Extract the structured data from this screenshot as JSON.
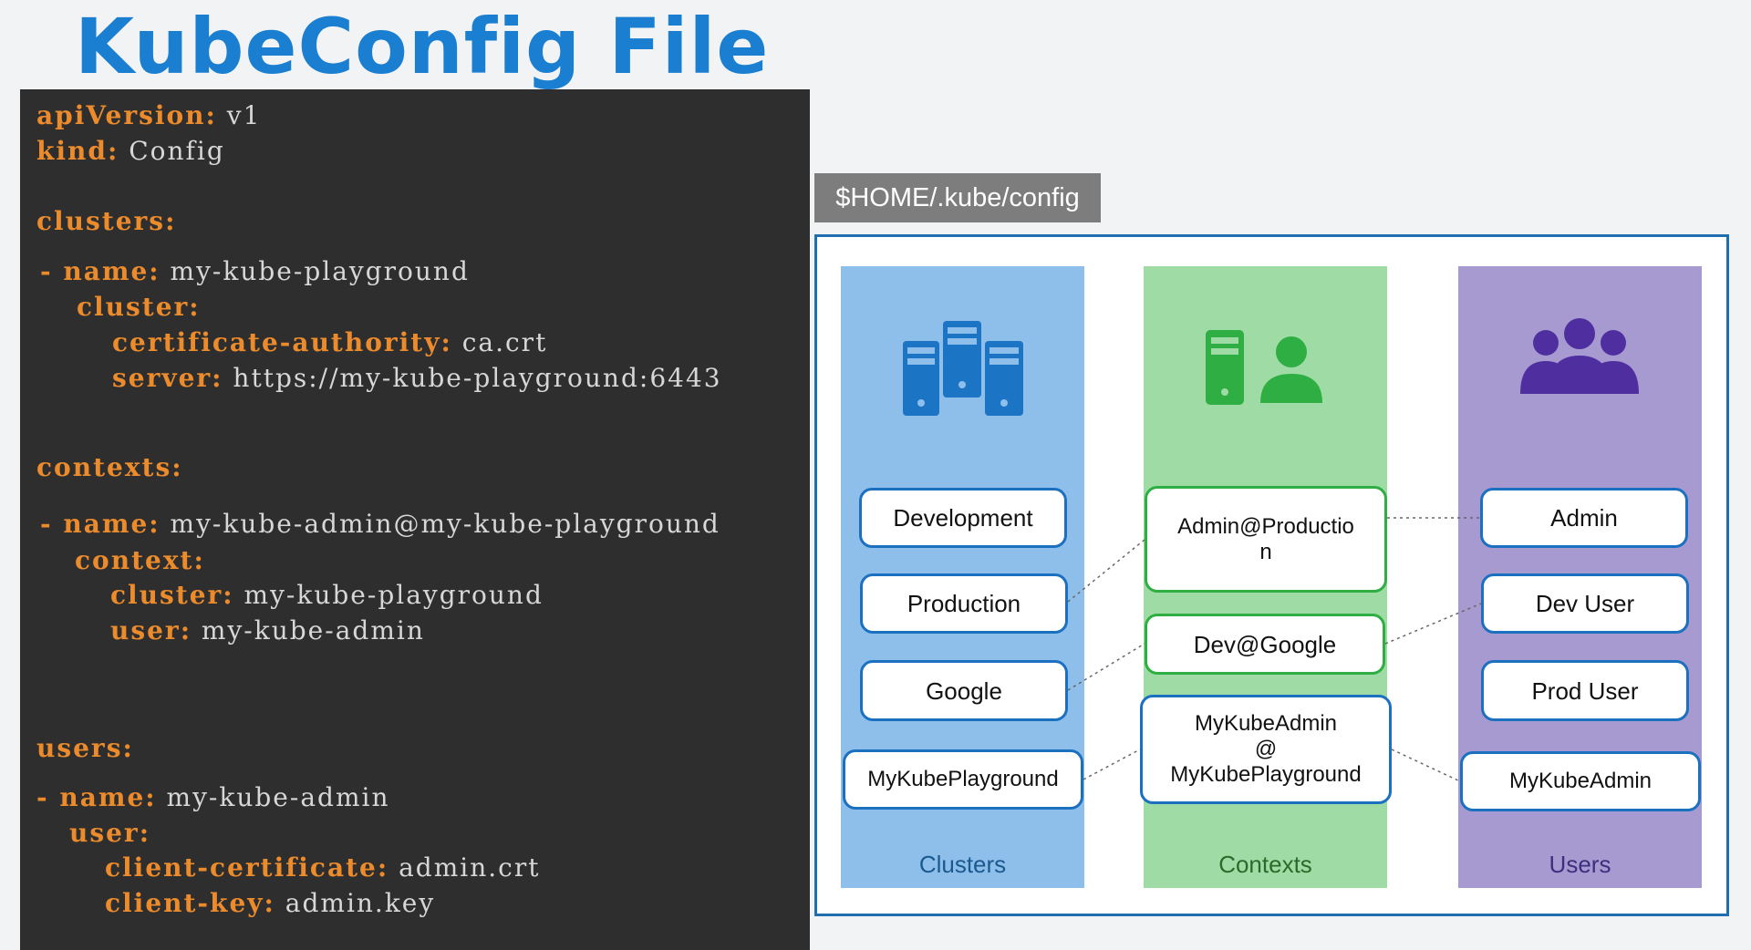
{
  "title": "KubeConfig File",
  "code_lines": [
    {
      "key": "apiVersion:",
      "value": " v1"
    },
    {
      "key": "kind:",
      "value": " Config"
    },
    {
      "key": "clusters:",
      "value": ""
    },
    {
      "key": "- name:",
      "value": " my-kube-playground"
    },
    {
      "key": "cluster:",
      "value": ""
    },
    {
      "key": "certificate-authority:",
      "value": " ca.crt"
    },
    {
      "key": "server:",
      "value": " https://my-kube-playground:6443"
    },
    {
      "key": "contexts:",
      "value": ""
    },
    {
      "key": "- name:",
      "value": " my-kube-admin@my-kube-playground"
    },
    {
      "key": "context:",
      "value": ""
    },
    {
      "key": "cluster:",
      "value": " my-kube-playground"
    },
    {
      "key": "user:",
      "value": " my-kube-admin"
    },
    {
      "key": "users:",
      "value": ""
    },
    {
      "key": "- name:",
      "value": " my-kube-admin"
    },
    {
      "key": "user:",
      "value": ""
    },
    {
      "key": "client-certificate:",
      "value": " admin.crt"
    },
    {
      "key": "client-key:",
      "value": " admin.key"
    }
  ],
  "config_path": "$HOME/.kube/config",
  "columns": {
    "clusters": {
      "label": "Clusters",
      "icon": "server-cluster-icon",
      "items": [
        "Development",
        "Production",
        "Google",
        "MyKubePlayground"
      ]
    },
    "contexts": {
      "label": "Contexts",
      "icon": "server-user-icon",
      "items": [
        "Admin@Productio\nn",
        "Dev@Google",
        "MyKubeAdmin\n@\nMyKubePlayground"
      ]
    },
    "users": {
      "label": "Users",
      "icon": "user-group-icon",
      "items": [
        "Admin",
        "Dev User",
        "Prod User",
        "MyKubeAdmin"
      ]
    }
  },
  "colors": {
    "title": "#1a7fd0",
    "code_bg": "#2e2e2e",
    "code_key": "#ec8b2c",
    "clusters_bg": "#8ebfea",
    "contexts_bg": "#9fdca5",
    "users_bg": "#a79ad0"
  }
}
